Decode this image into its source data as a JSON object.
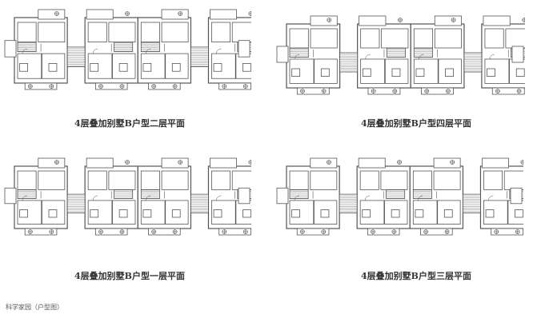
{
  "plans": [
    {
      "id": "floor2",
      "caption": "4层叠加别墅B户型二层平面"
    },
    {
      "id": "floor4",
      "caption": "4层叠加别墅B户型四层平面"
    },
    {
      "id": "floor1",
      "caption": "4层叠加别墅B户型一层平面"
    },
    {
      "id": "floor3",
      "caption": "4层叠加别墅B户型三层平面"
    }
  ],
  "footer": "科学家园（户型图）",
  "colors": {
    "line": "#555555",
    "fill": "#ffffff",
    "text": "#333333"
  }
}
